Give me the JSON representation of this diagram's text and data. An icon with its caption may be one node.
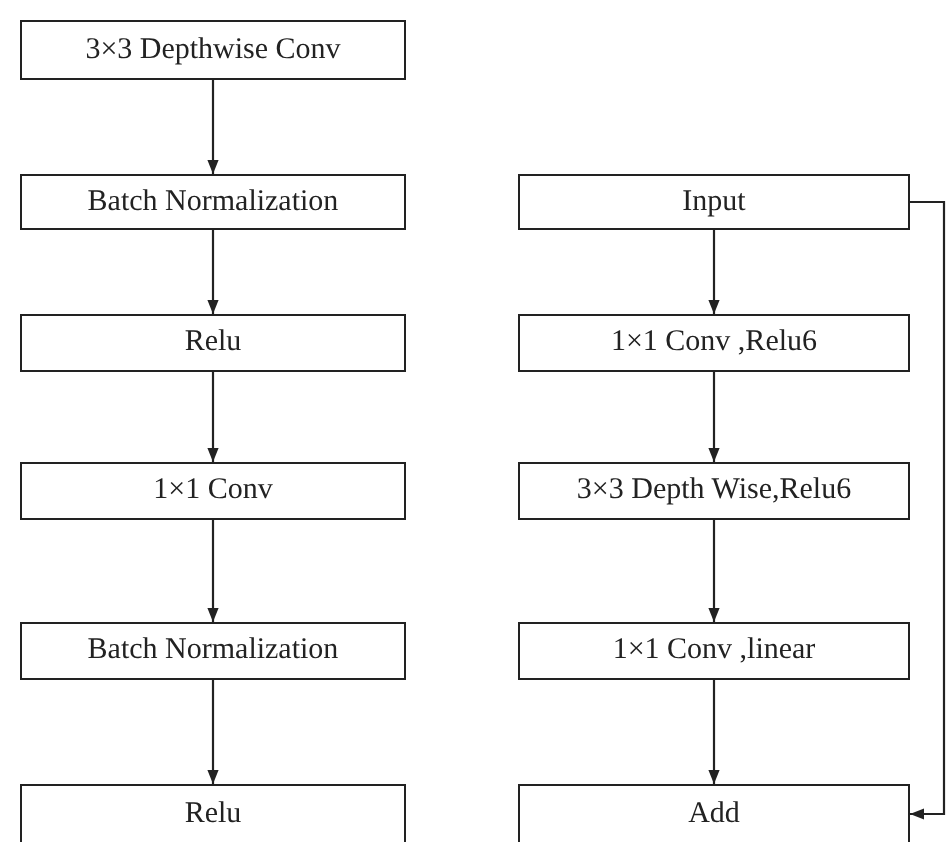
{
  "diagram": {
    "nodes": [
      {
        "text": [
          "3×3 Depthwise Conv"
        ]
      },
      {
        "text": [
          "Batch Normalization"
        ]
      },
      {
        "text": [
          "Relu"
        ]
      },
      {
        "text": [
          "1×1 Conv"
        ]
      },
      {
        "text": [
          "Batch Normalization"
        ]
      },
      {
        "text": [
          "Relu"
        ]
      },
      {
        "text": [
          "Input"
        ]
      },
      {
        "text": [
          "1×1 Conv ,Relu6"
        ]
      },
      {
        "text": [
          "3×3 Depth Wise,Relu6"
        ]
      },
      {
        "text": [
          "1×1 Conv ,linear"
        ]
      },
      {
        "text": [
          "Add"
        ]
      }
    ],
    "edges": [
      {
        "from": 0,
        "to": 1,
        "arrow": "to"
      },
      {
        "from": 1,
        "to": 2,
        "arrow": "to"
      },
      {
        "from": 2,
        "to": 3,
        "arrow": "to"
      },
      {
        "from": 3,
        "to": 4,
        "arrow": "to"
      },
      {
        "from": 4,
        "to": 5,
        "arrow": "to"
      },
      {
        "from": 6,
        "to": 7,
        "arrow": "to"
      },
      {
        "from": 7,
        "to": 8,
        "arrow": "to"
      },
      {
        "from": 8,
        "to": 9,
        "arrow": "to"
      },
      {
        "from": 9,
        "to": 10,
        "arrow": "to"
      },
      {
        "from": 6,
        "to": 10,
        "arrow": "to"
      }
    ]
  }
}
